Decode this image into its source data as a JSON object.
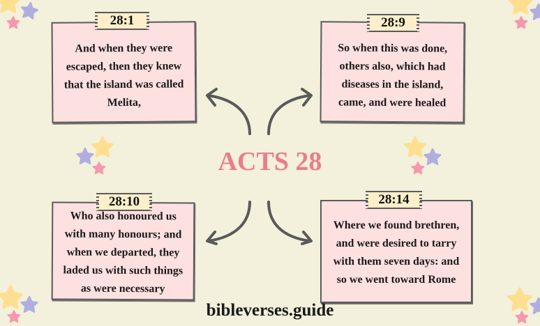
{
  "title": "ACTS 28",
  "footer": "bibleverses.guide",
  "colors": {
    "background": "#f3f0db",
    "card_fill": "#fde0e0",
    "tag_fill": "#fcefc9",
    "border": "#5a5a5a",
    "title": "#ea7d8a",
    "arrow": "#595959",
    "star_yellow": "#fddf8f",
    "star_purple": "#b1aedf",
    "star_pink": "#f797aa"
  },
  "cards": [
    {
      "ref": "28:1",
      "text": "And when they were escaped, then they knew that the island was called Melita,"
    },
    {
      "ref": "28:9",
      "text": "So when this was done, others also, which had diseases in the island, came, and were healed"
    },
    {
      "ref": "28:10",
      "text": "Who also honoured us with many honours; and when we departed, they laded us with such things as were necessary"
    },
    {
      "ref": "28:14",
      "text": "Where we found brethren, and were desired to tarry with them seven days: and so we went toward Rome"
    }
  ],
  "icons": {
    "arrows": [
      "arrow-up-left",
      "arrow-up-right",
      "arrow-down-left",
      "arrow-down-right"
    ],
    "decoration": "star-cluster"
  }
}
